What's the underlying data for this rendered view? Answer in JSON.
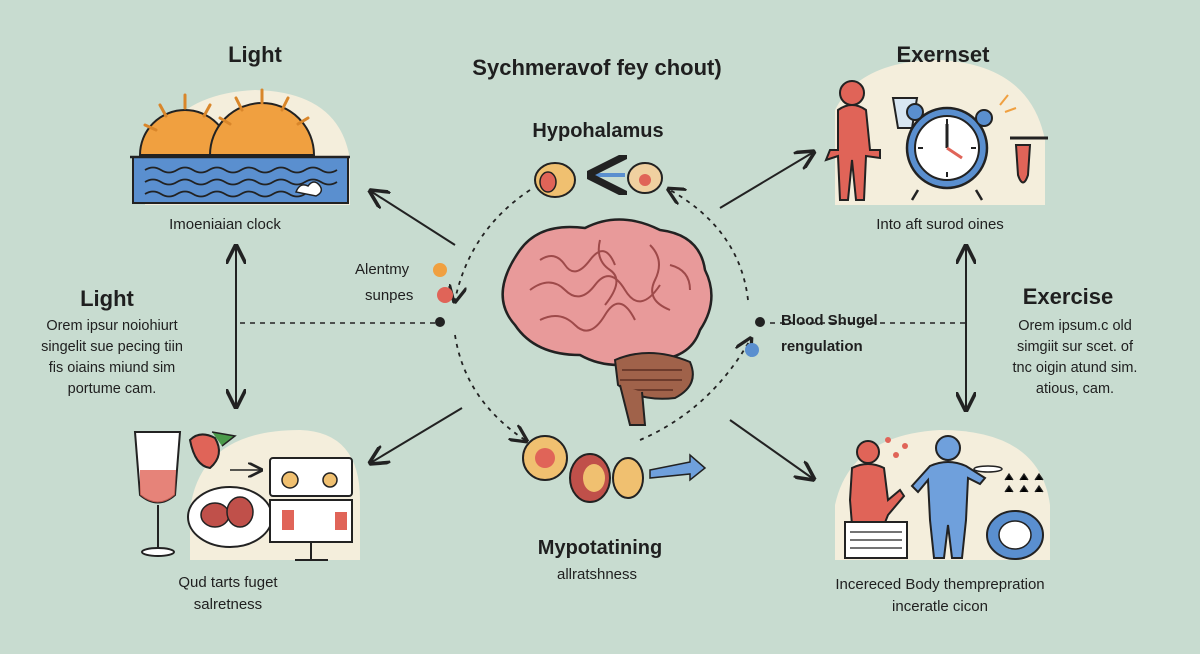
{
  "title": "Sychmeravof fey chout)",
  "top_left": {
    "heading": "Light",
    "caption": "Imoeniaian clock"
  },
  "top_center": {
    "heading": "Hypohalamus"
  },
  "top_right": {
    "heading": "Exernset",
    "caption": "Into aft surod oines"
  },
  "mid_left": {
    "heading": "Light",
    "body_lines": [
      "Orem ipsur noiohiurt",
      "singelit sue pecing tiin",
      "fis oiains miund sim",
      "portume cam."
    ]
  },
  "mid_right": {
    "heading": "Exercise",
    "body_lines": [
      "Orem ipsum.c old",
      "simgiit sur scet. of",
      "tnc oigin atund sim.",
      "atious, cam."
    ]
  },
  "center_left": {
    "line1": "Alentmy",
    "line2": "sunpes"
  },
  "center_right": {
    "line1": "Blood Shugel",
    "line2": "rengulation"
  },
  "bottom_center": {
    "heading": "Mypotatining",
    "caption": "allratshness"
  },
  "bottom_left": {
    "caption_lines": [
      "Qud tarts fuget",
      "salretness"
    ]
  },
  "bottom_right": {
    "caption_lines": [
      "Incerесed Body themprepration",
      "inceratle cicon"
    ]
  },
  "colors": {
    "background": "#c8dcd0",
    "brain": "#e89a9a",
    "accent_orange": "#f0a040",
    "accent_red": "#e06458",
    "accent_blue": "#5a8fcf"
  }
}
